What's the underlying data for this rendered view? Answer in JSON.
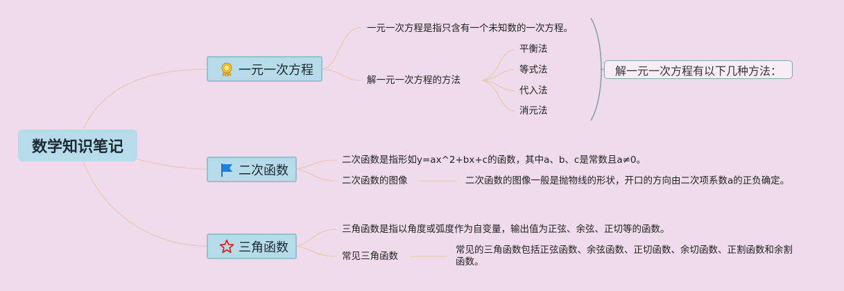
{
  "root": {
    "label": "数学知识笔记"
  },
  "branches": [
    {
      "label": "一元一次方程",
      "icon": "award-ribbon-icon",
      "children": [
        {
          "label": "一元一次方程是指只含有一个未知数的一次方程。"
        },
        {
          "label": "解一元一次方程的方法",
          "children": [
            "平衡法",
            "等式法",
            "代入法",
            "消元法"
          ]
        }
      ],
      "summary": "解一元一次方程有以下几种方法："
    },
    {
      "label": "二次函数",
      "icon": "flag-icon",
      "children": [
        {
          "label": "二次函数是指形如y=ax^2+bx+c的函数，其中a、b、c是常数且a≠0。"
        },
        {
          "label": "二次函数的图像",
          "children": [
            "二次函数的图像一般是抛物线的形状，开口的方向由二次项系数a的正负确定。"
          ]
        }
      ]
    },
    {
      "label": "三角函数",
      "icon": "star-outline-icon",
      "children": [
        {
          "label": "三角函数是指以角度或弧度作为自变量，输出值为正弦、余弦、正切等的函数。"
        },
        {
          "label": "常见三角函数",
          "children": [
            "常见的三角函数包括正弦函数、余弦函数、正切函数、余切函数、正割函数和余割函数。"
          ]
        }
      ]
    }
  ],
  "colors": {
    "background": "#efdbeb",
    "node_fill": "#b6dbe9",
    "node_border": "#98bfd0",
    "connector": "#e8c9b4",
    "brace": "#7f9fa8"
  }
}
